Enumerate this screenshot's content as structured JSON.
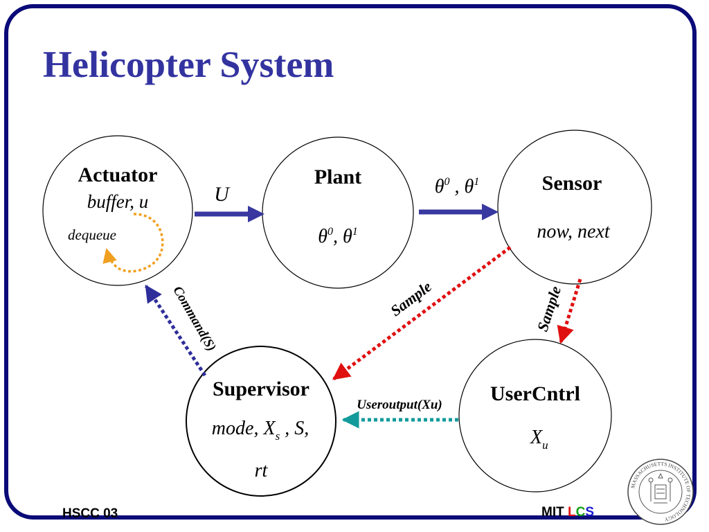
{
  "slide": {
    "title": "Helicopter System",
    "footer_left": "HSCC 03",
    "footer_brand": {
      "mit": "MIT",
      "l": "L",
      "c": "C",
      "s": "S"
    },
    "seal_text": "MASSACHUSETTS INSTITUTE OF TECHNOLOGY"
  },
  "nodes": {
    "actuator": {
      "name": "Actuator",
      "state": "buffer, u",
      "note": "dequeue"
    },
    "plant": {
      "name": "Plant",
      "state_theta0": "θ",
      "sup0": "0",
      "sep": ", ",
      "state_theta1": "θ",
      "sup1": "1"
    },
    "sensor": {
      "name": "Sensor",
      "state": "now, next"
    },
    "supervisor": {
      "name": "Supervisor",
      "state_a": "mode, X",
      "state_sub": "s",
      "state_b": " , S,",
      "state_c": "rt"
    },
    "usercntrl": {
      "name": "UserCntrl",
      "state": "X",
      "state_sub": "u"
    }
  },
  "edges": {
    "actuator_to_plant": {
      "label": "U"
    },
    "plant_to_sensor": {
      "theta0": "θ",
      "sup0": "0",
      "sep": " , ",
      "theta1": "θ",
      "sup1": "1"
    },
    "sensor_to_supervisor": {
      "label": "Sample"
    },
    "sensor_to_usercntrl": {
      "label": "Sample"
    },
    "usercntrl_to_supervisor": {
      "label": "Useroutput(Xu)"
    },
    "supervisor_to_actuator": {
      "label": "Command(S)"
    }
  },
  "colors": {
    "frame": "#0a0a78",
    "title": "#3333a0",
    "solid_arrow": "#3838a0",
    "dashed_blue": "#2e2e9a",
    "dashed_red": "#e01010",
    "dashed_teal": "#139a9a",
    "dotted_orange": "#f0a020",
    "brand_red": "#e01010",
    "brand_green": "#16a016",
    "brand_blue": "#1a1ad0"
  }
}
